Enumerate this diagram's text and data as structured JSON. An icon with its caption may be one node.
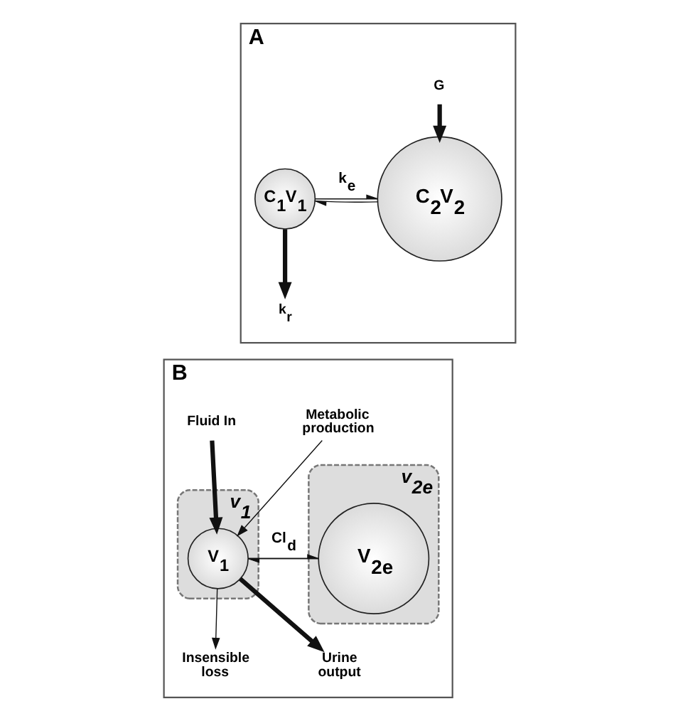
{
  "diagram": {
    "nodes": [
      {
        "text": [
          "A"
        ]
      },
      {
        "text": [
          "G"
        ],
        "in": 0
      },
      {
        "text": [
          "C$_{1}$V$_{1}$"
        ],
        "in": 0
      },
      {
        "text": [
          "C$_{2}$V$_{2}$"
        ],
        "in": 0
      },
      {
        "text": [
          "k$_{r}$"
        ],
        "in": 0
      },
      {
        "text": [
          "B"
        ]
      },
      {
        "text": [
          "Fluid In"
        ],
        "in": 5
      },
      {
        "text": [
          "Metabolic production"
        ],
        "in": 5
      },
      {
        "text": [
          "v$_{1}$"
        ],
        "in": 5
      },
      {
        "text": [
          "V$_{1}$"
        ],
        "in": 8
      },
      {
        "text": [
          "v$_{2e}$"
        ],
        "in": 5
      },
      {
        "text": [
          "V$_{2e}$"
        ],
        "in": 10
      },
      {
        "text": [
          "Insensible loss"
        ],
        "in": 5
      },
      {
        "text": [
          "Urine output"
        ],
        "in": 5
      }
    ],
    "edges": [
      {
        "from": 1,
        "to": 3,
        "arrow": "to",
        "style": "thick"
      },
      {
        "from": 3,
        "to": 2,
        "arrow": "to"
      },
      {
        "from": 2,
        "to": 3,
        "arrow": "to",
        "label": "k$_{e}$"
      },
      {
        "from": 2,
        "to": 4,
        "arrow": "to",
        "style": "thick"
      },
      {
        "from": 6,
        "to": 9,
        "arrow": "to",
        "style": "thick"
      },
      {
        "from": 7,
        "to": 9,
        "arrow": "to"
      },
      {
        "from": 11,
        "to": 9,
        "arrow": "to"
      },
      {
        "from": 9,
        "to": 11,
        "arrow": "to",
        "label": "Cl$_{d}$"
      },
      {
        "from": 9,
        "to": 12,
        "arrow": "to"
      },
      {
        "from": 9,
        "to": 13,
        "arrow": "to",
        "style": "thick"
      }
    ]
  }
}
